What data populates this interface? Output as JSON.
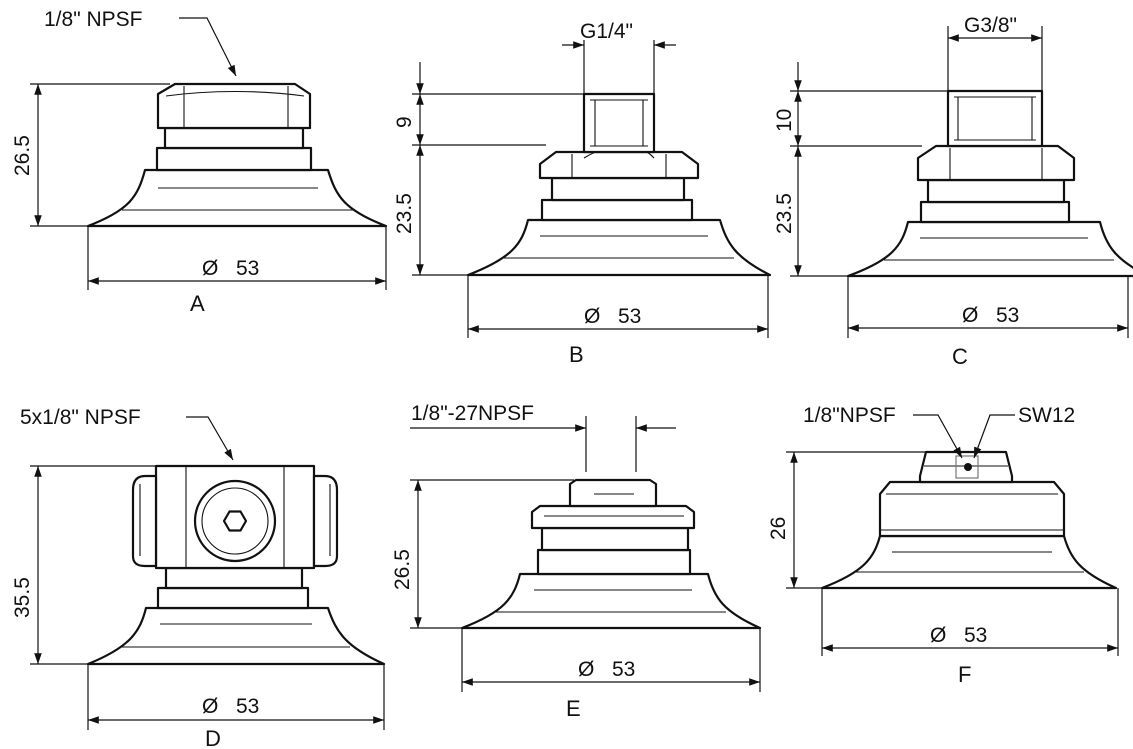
{
  "views": [
    {
      "id": "A",
      "label": "A",
      "port_note": "1/8\" NPSF",
      "height": "26.5",
      "diameter": "53",
      "diam_symbol": "Ø"
    },
    {
      "id": "B",
      "label": "B",
      "thread": "G1/4\"",
      "stem_height": "9",
      "height": "23.5",
      "diameter": "53",
      "diam_symbol": "Ø"
    },
    {
      "id": "C",
      "label": "C",
      "thread": "G3/8\"",
      "stem_height": "10",
      "height": "23.5",
      "diameter": "53",
      "diam_symbol": "Ø"
    },
    {
      "id": "D",
      "label": "D",
      "port_note": "5x1/8\" NPSF",
      "height": "35.5",
      "diameter": "53",
      "diam_symbol": "Ø"
    },
    {
      "id": "E",
      "label": "E",
      "port_note": "1/8\"-27NPSF",
      "height": "26.5",
      "diameter": "53",
      "diam_symbol": "Ø"
    },
    {
      "id": "F",
      "label": "F",
      "port_note": "1/8\"NPSF",
      "wrench_note": "SW12",
      "height": "26",
      "diameter": "53",
      "diam_symbol": "Ø"
    }
  ]
}
